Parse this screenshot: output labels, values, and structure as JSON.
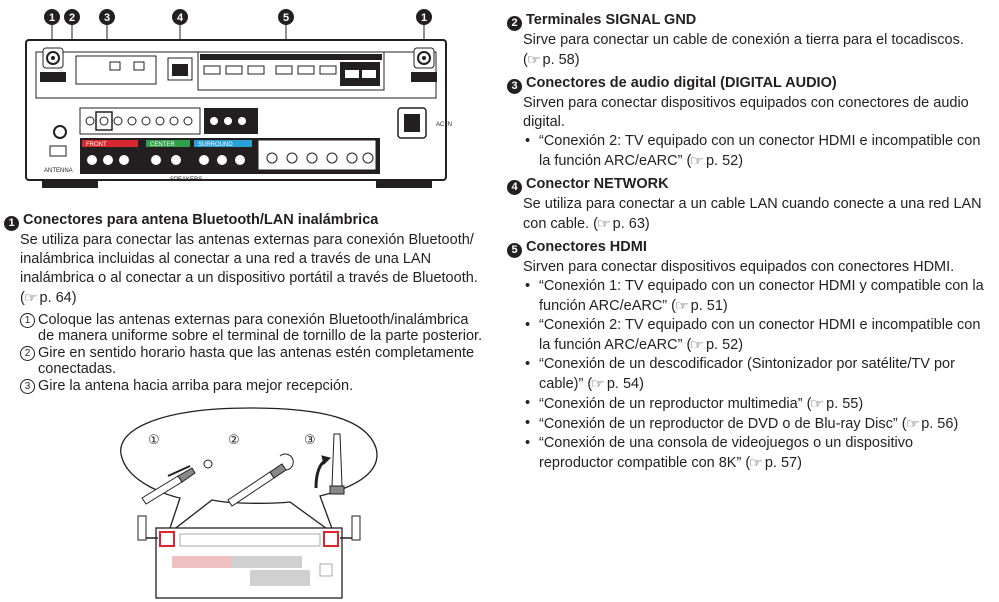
{
  "figure_top": {
    "callouts": [
      "1",
      "2",
      "3",
      "4",
      "5",
      "1"
    ],
    "labels": {
      "antenna": "ANTENNA",
      "front": "FRONT",
      "center": "CENTER",
      "surround": "SURROUND",
      "speakers": "SPEAKERS",
      "ac_in": "AC IN"
    }
  },
  "section1": {
    "number": "1",
    "title": "Conectores para antena Bluetooth/LAN inalámbrica",
    "body": "Se utiliza para conectar las antenas externas para conexión Bluetooth/ inalámbrica incluidas al conectar a una red a través de una LAN inalámbrica o al conectar a un dispositivo portátil a través de Bluetooth.",
    "ref": "p. 64",
    "steps": [
      {
        "n": "1",
        "text": "Coloque las antenas externas para conexión Bluetooth/inalámbrica de manera uniforme sobre el terminal de tornillo de la parte posterior."
      },
      {
        "n": "2",
        "text": "Gire en sentido horario hasta que las antenas estén completamente conectadas."
      },
      {
        "n": "3",
        "text": "Gire la antena hacia arriba para mejor recepción."
      }
    ]
  },
  "figure_bottom": {
    "steps": [
      "①",
      "②",
      "③"
    ]
  },
  "section2": {
    "number": "2",
    "title": "Terminales SIGNAL GND",
    "body": "Sirve para conectar un cable de conexión a tierra para el tocadiscos.",
    "ref": "p. 58"
  },
  "section3": {
    "number": "3",
    "title": "Conectores de audio digital (DIGITAL AUDIO)",
    "body": "Sirven para conectar dispositivos equipados con conectores de audio digital.",
    "bullets": [
      {
        "text": "“Conexión 2: TV equipado con un conector HDMI e incompatible con la función ARC/eARC”",
        "ref": "p. 52"
      }
    ]
  },
  "section4": {
    "number": "4",
    "title": "Conector NETWORK",
    "body": "Se utiliza para conectar a un cable LAN cuando conecte a una red LAN con cable.",
    "ref": "p. 63"
  },
  "section5": {
    "number": "5",
    "title": "Conectores HDMI",
    "body": "Sirven para conectar dispositivos equipados con conectores HDMI.",
    "bullets": [
      {
        "text": "“Conexión 1: TV equipado con un conector HDMI y compatible con la función ARC/eARC”",
        "ref": "p. 51"
      },
      {
        "text": "“Conexión 2: TV equipado con un conector HDMI e incompatible con la función ARC/eARC”",
        "ref": "p. 52"
      },
      {
        "text": "“Conexión de un descodificador (Sintonizador por satélite/TV por cable)”",
        "ref": "p. 54"
      },
      {
        "text": "“Conexión de un reproductor multimedia”",
        "ref": "p. 55"
      },
      {
        "text": "“Conexión de un reproductor de DVD o de Blu-ray Disc”",
        "ref": "p. 56"
      },
      {
        "text": "“Conexión de una consola de videojuegos o un dispositivo reproductor compatible con 8K”",
        "ref": "p. 57"
      }
    ]
  },
  "colors": {
    "text": "#231f20",
    "front_red": "#d7282f",
    "center_green": "#2e9e48",
    "surround_blue": "#2aa0d8",
    "highlight_red": "#e0242b"
  }
}
